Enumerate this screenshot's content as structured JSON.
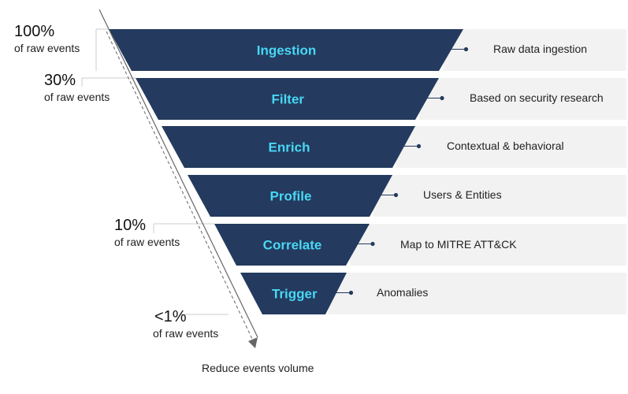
{
  "colors": {
    "band_fill": "#243a5e",
    "band_text": "#48d8f5",
    "desc_panel": "#f2f2f2",
    "leader_line": "#cccccc",
    "dot": "#243a5e",
    "arrow": "#666666"
  },
  "stages": [
    {
      "label": "Ingestion",
      "description": "Raw data ingestion"
    },
    {
      "label": "Filter",
      "description": "Based on security research"
    },
    {
      "label": "Enrich",
      "description": "Contextual & behavioral"
    },
    {
      "label": "Profile",
      "description": "Users & Entities"
    },
    {
      "label": "Correlate",
      "description": "Map to MITRE ATT&CK"
    },
    {
      "label": "Trigger",
      "description": "Anomalies"
    }
  ],
  "volume_markers": [
    {
      "value": "100%",
      "caption": "of raw events"
    },
    {
      "value": "30%",
      "caption": "of raw events"
    },
    {
      "value": "10%",
      "caption": "of raw events"
    },
    {
      "value": "<1%",
      "caption": "of raw events"
    }
  ],
  "footer": {
    "label": "Reduce events volume"
  }
}
